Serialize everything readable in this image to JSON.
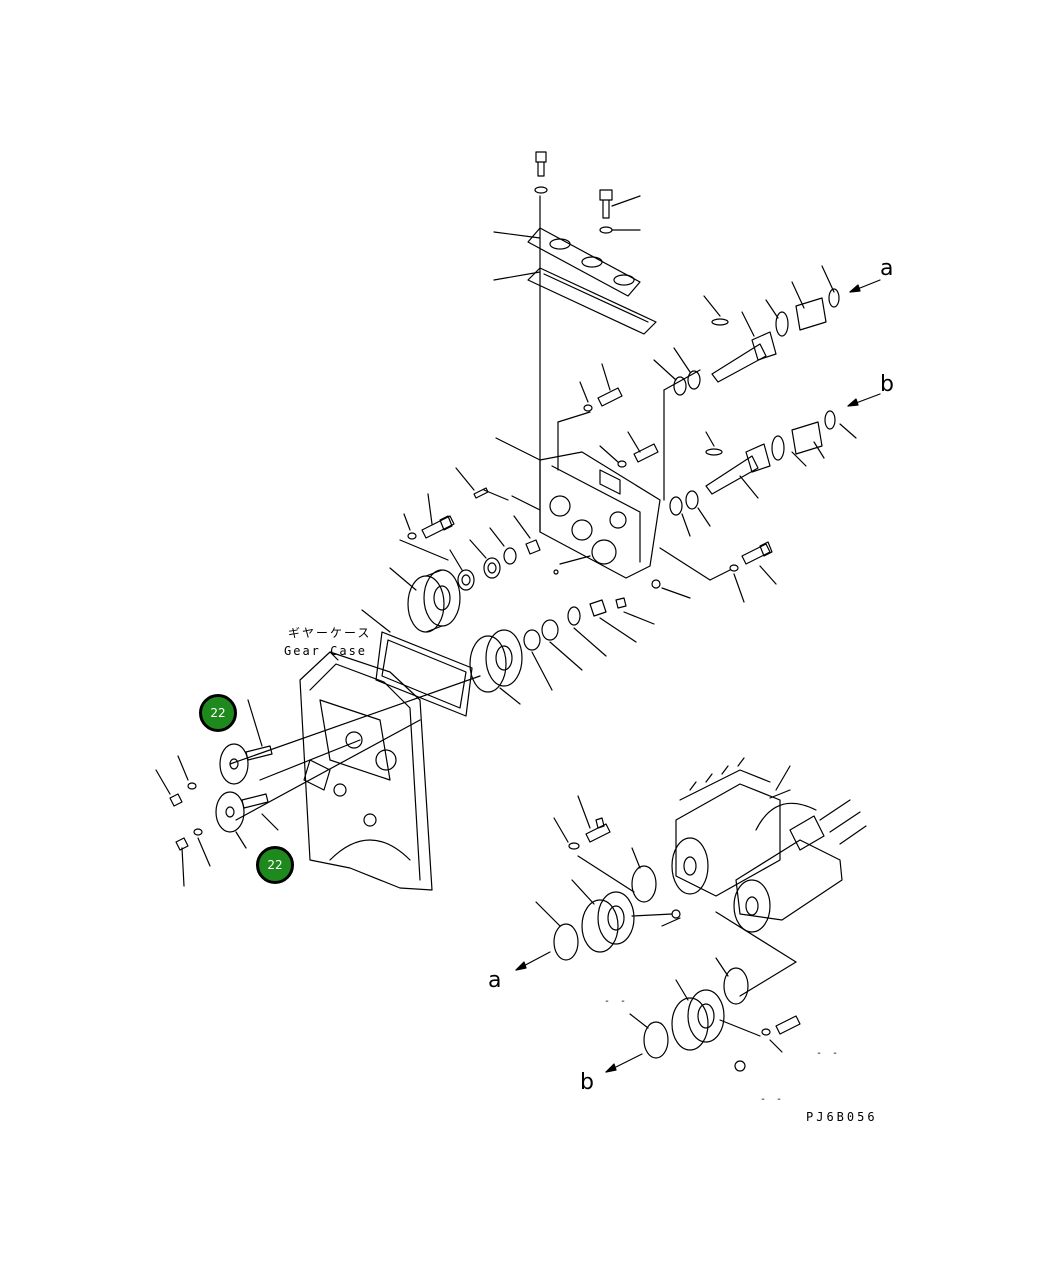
{
  "diagram": {
    "gear_case_jp": "ギヤーケース",
    "gear_case_en": "Gear Case",
    "ref_a_top": "a",
    "ref_b_top": "b",
    "ref_a_bottom": "a",
    "ref_b_bottom": "b",
    "drawing_code": "PJ6B056",
    "dash_marks": [
      "- -",
      "- -",
      "- -"
    ]
  },
  "callouts": [
    {
      "label": "22"
    },
    {
      "label": "22"
    }
  ],
  "colors": {
    "line": "#000000",
    "badge_fill": "#1e8a1e",
    "badge_border": "#000000",
    "badge_text": "#ffffff"
  }
}
